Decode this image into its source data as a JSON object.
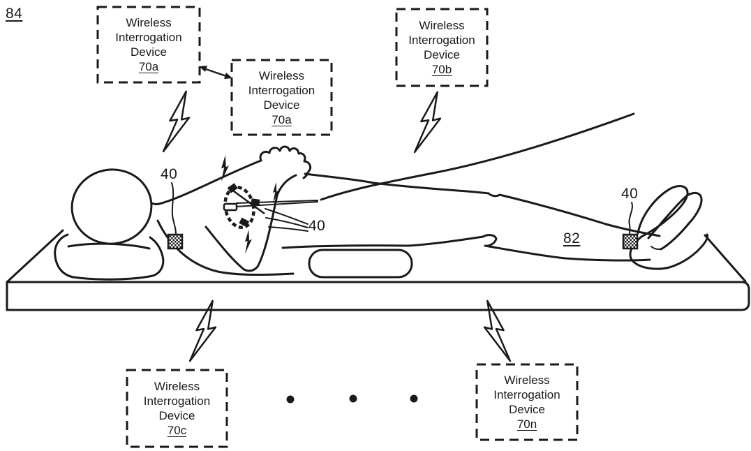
{
  "figure_label": "84",
  "boxes": [
    {
      "title": "Wireless Interrogation Device",
      "ref": "70a"
    },
    {
      "title": "Wireless Interrogation Device",
      "ref": "70a"
    },
    {
      "title": "Wireless Interrogation Device",
      "ref": "70b"
    },
    {
      "title": "Wireless Interrogation Device",
      "ref": "70c"
    },
    {
      "title": "Wireless Interrogation Device",
      "ref": "70n"
    }
  ],
  "labels": {
    "patient_ref": "82",
    "sensor_left_ref": "40",
    "device_ref": "40",
    "sensor_right_ref": "40"
  },
  "icons": {
    "wireless_signal": "lightning-bolt",
    "device_link": "double-headed-arrow",
    "more_devices": "ellipsis-dots",
    "sensor_patch": "checkered-square"
  },
  "colors": {
    "ink": "#1a1a1a",
    "background": "#ffffff"
  }
}
